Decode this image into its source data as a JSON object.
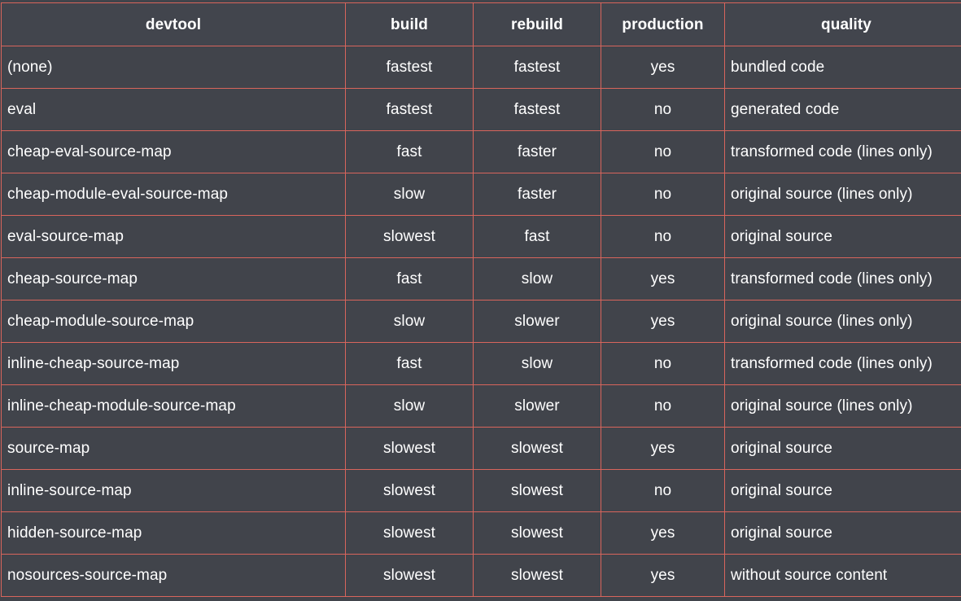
{
  "table": {
    "headers": [
      "devtool",
      "build",
      "rebuild",
      "production",
      "quality"
    ],
    "rows": [
      [
        "(none)",
        "fastest",
        "fastest",
        "yes",
        "bundled code"
      ],
      [
        "eval",
        "fastest",
        "fastest",
        "no",
        "generated code"
      ],
      [
        "cheap-eval-source-map",
        "fast",
        "faster",
        "no",
        "transformed code (lines only)"
      ],
      [
        "cheap-module-eval-source-map",
        "slow",
        "faster",
        "no",
        "original source (lines only)"
      ],
      [
        "eval-source-map",
        "slowest",
        "fast",
        "no",
        "original source"
      ],
      [
        "cheap-source-map",
        "fast",
        "slow",
        "yes",
        "transformed code (lines only)"
      ],
      [
        "cheap-module-source-map",
        "slow",
        "slower",
        "yes",
        "original source (lines only)"
      ],
      [
        "inline-cheap-source-map",
        "fast",
        "slow",
        "no",
        "transformed code (lines only)"
      ],
      [
        "inline-cheap-module-source-map",
        "slow",
        "slower",
        "no",
        "original source (lines only)"
      ],
      [
        "source-map",
        "slowest",
        "slowest",
        "yes",
        "original source"
      ],
      [
        "inline-source-map",
        "slowest",
        "slowest",
        "no",
        "original source"
      ],
      [
        "hidden-source-map",
        "slowest",
        "slowest",
        "yes",
        "original source"
      ],
      [
        "nosources-source-map",
        "slowest",
        "slowest",
        "yes",
        "without source content"
      ]
    ]
  },
  "colors": {
    "background": "#41444b",
    "border": "#d8655c",
    "text": "#ffffff"
  }
}
